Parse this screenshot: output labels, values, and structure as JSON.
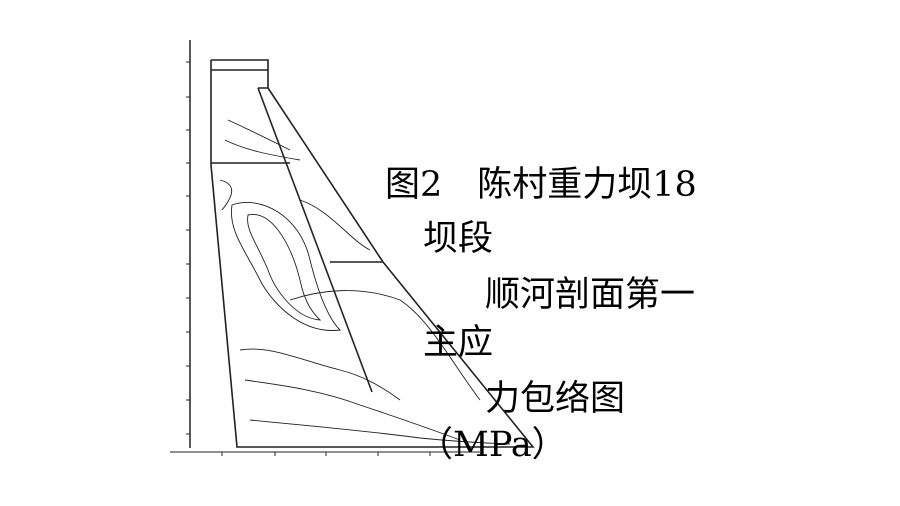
{
  "caption": {
    "line1": "图2　陈村重力坝18",
    "line2": "坝段",
    "line3": "顺河剖面第一",
    "line4": "主应",
    "line5": "力包络图",
    "line6": "（MPa）"
  }
}
